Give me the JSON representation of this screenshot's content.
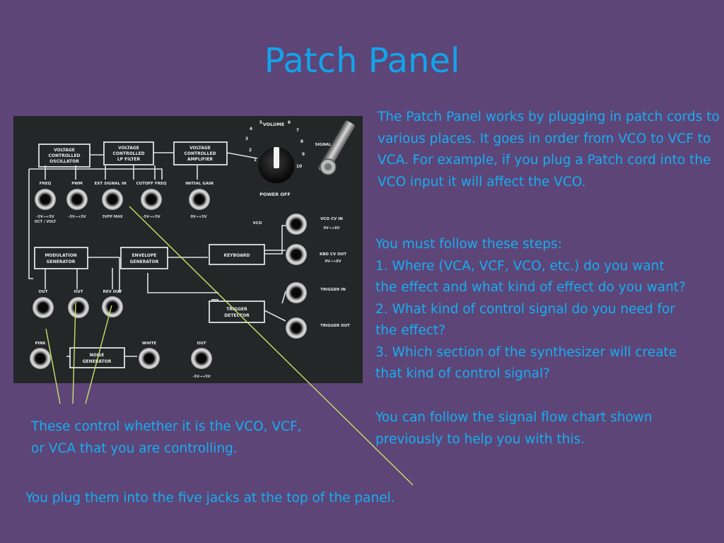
{
  "slide": {
    "title": "Patch Panel",
    "intro": "The Patch Panel works by plugging in patch cords to various places. It goes in order from VCO to VCF to VCA. For example, if you plug a Patch cord into the VCO input it will affect the VCO.",
    "steps_lines": [
      "You must follow these steps:",
      "1. Where (VCA, VCF, VCO, etc.) do you want",
      "the effect and what kind of effect do you want?",
      "2. What kind of control signal do you need for",
      "the effect?",
      "3. Which section of the synthesizer will create",
      "that kind of control signal?"
    ],
    "followup": "You can follow the signal flow chart shown previously to help you with this.",
    "caption_control": "These control whether it is the VCO, VCF, or VCA that you are controlling.",
    "caption_jacks": "You plug them into the five jacks at the top of the panel."
  },
  "panel": {
    "box_vco": [
      "VOLTAGE",
      "CONTROLLED",
      "OSCILLATOR"
    ],
    "box_vcf": [
      "VOLTAGE",
      "CONTROLLED",
      "LP FILTER"
    ],
    "box_vca": [
      "VOLTAGE",
      "CONTROLLED",
      "AMPLIFIER"
    ],
    "box_mod": [
      "MODULATION",
      "GENERATOR"
    ],
    "box_env": [
      "ENVELOPE",
      "GENERATOR"
    ],
    "box_kbd": [
      "KEYBOARD"
    ],
    "box_trig": [
      "TRIGGER",
      "DETECTOR"
    ],
    "box_noise": [
      "NOISE",
      "GENERATOR"
    ],
    "jack_labels": {
      "freq": "FREQ",
      "pwm": "PWM",
      "ext_signal": "EXT SIGNAL IN",
      "cutoff": "CUTOFF FREQ",
      "initial_gain": "INITIAL GAIN",
      "out1": "OUT",
      "out2": "OUT",
      "rev_out": "REV OUT",
      "pink": "PINK",
      "white": "WHITE",
      "out3": "OUT",
      "vco": "VCO",
      "vco_cv": "VCO CV IN",
      "kbd_cv": "KBD CV OUT",
      "trig_in": "TRIGGER IN",
      "trig_out": "TRIGGER OUT"
    },
    "range_labels": {
      "freq": "-5V→+5V",
      "freq2": "OCT / VOLT",
      "pwm": "-5V→+5V",
      "ext": "3VPP MAX",
      "cutoff": "-5V→+5V",
      "gain": "0V→+5V",
      "vco_cv": "0V→+8V",
      "kbd_cv": "0V→+8V",
      "out3": "-5V→+5V"
    },
    "knob_label": "VOLUME",
    "power_label": "POWER OFF",
    "signal_label": "SIGNAL",
    "dial_numbers": [
      "1",
      "2",
      "3",
      "4",
      "5",
      "6",
      "7",
      "8",
      "9",
      "10"
    ]
  },
  "colors": {
    "background": "#5d4578",
    "text": "#17aef0",
    "title": "#12a4ea",
    "pointer_line": "#c9e36a",
    "panel_face": "#232728",
    "panel_lines": "#dfe2e2"
  }
}
